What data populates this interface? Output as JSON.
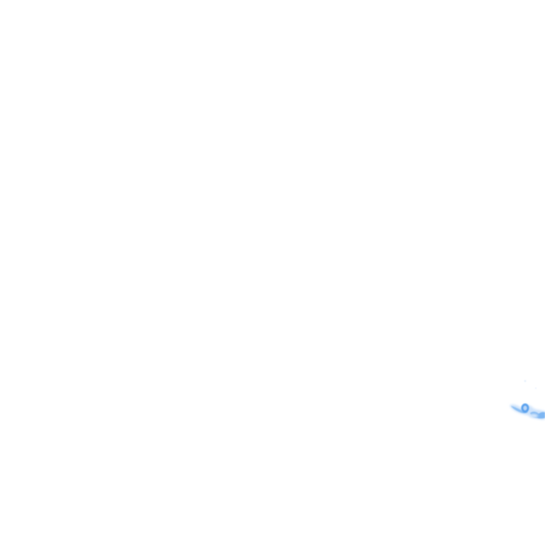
{
  "map": {
    "kind": "weather-radar-tile",
    "background_color": "#ffffff",
    "legend_colors": {
      "light": "#cfe3fb",
      "moderate": "#8ec0f4",
      "heavy": "#5aa2ee"
    },
    "precipitation_cells": [
      {
        "id": "cell-1",
        "intensity": "light"
      },
      {
        "id": "cell-2",
        "intensity": "heavy"
      },
      {
        "id": "cell-3",
        "intensity": "moderate"
      },
      {
        "id": "cell-4",
        "intensity": "moderate"
      },
      {
        "id": "cell-5",
        "intensity": "light"
      }
    ]
  }
}
